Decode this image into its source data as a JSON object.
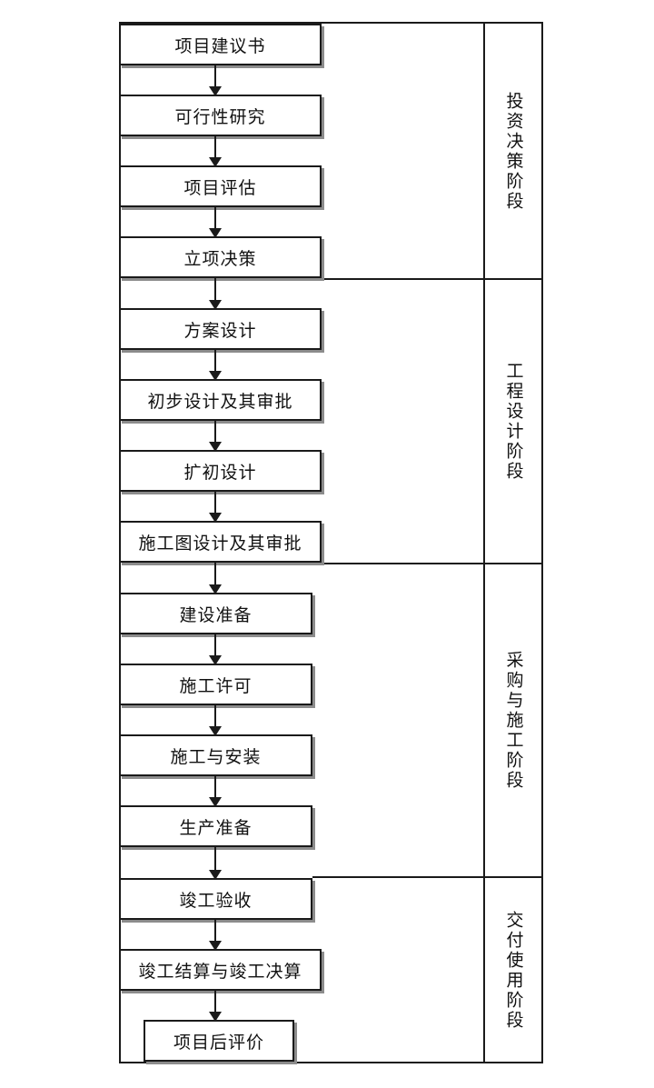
{
  "steps": [
    "项目建议书",
    "可行性研究",
    "项目评估",
    "立项决策",
    "方案设计",
    "初步设计及其审批",
    "扩初设计",
    "施工图设计及其审批",
    "建设准备",
    "施工许可",
    "施工与安装",
    "生产准备",
    "竣工验收",
    "竣工结算与竣工决算",
    "项目后评价"
  ],
  "phases": [
    "投资决策阶段",
    "工程设计阶段",
    "采购与施工阶段",
    "交付使用阶段"
  ]
}
